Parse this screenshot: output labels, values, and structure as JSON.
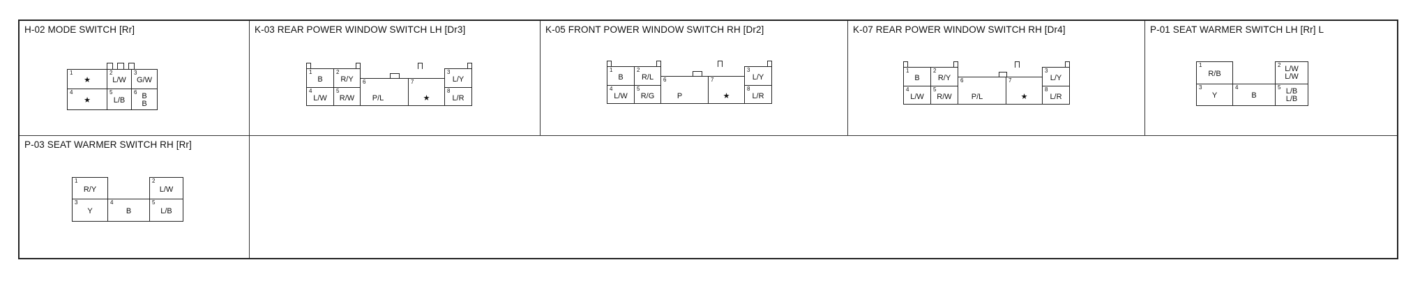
{
  "connectors": [
    {
      "id": "H-02",
      "title": "H-02 MODE SWITCH [Rr]",
      "pins": [
        {
          "n": "1",
          "w": "★"
        },
        {
          "n": "2",
          "w": "L/W"
        },
        {
          "n": "3",
          "w": "G/W"
        },
        {
          "n": "4",
          "w": "★"
        },
        {
          "n": "5",
          "w": "L/B"
        },
        {
          "n": "6",
          "w1": "B",
          "w2": "B"
        }
      ]
    },
    {
      "id": "K-03",
      "title": "K-03 REAR POWER WINDOW SWITCH LH [Dr3]",
      "pins": [
        {
          "n": "1",
          "w": "B"
        },
        {
          "n": "2",
          "w": "R/Y"
        },
        {
          "n": "3",
          "w": "L/Y"
        },
        {
          "n": "4",
          "w": "L/W"
        },
        {
          "n": "5",
          "w": "R/W"
        },
        {
          "n": "6",
          "w": "P/L"
        },
        {
          "n": "7",
          "w": "★"
        },
        {
          "n": "8",
          "w": "L/R"
        }
      ]
    },
    {
      "id": "K-05",
      "title": "K-05 FRONT POWER WINDOW SWITCH RH [Dr2]",
      "pins": [
        {
          "n": "1",
          "w": "B"
        },
        {
          "n": "2",
          "w": "R/L"
        },
        {
          "n": "3",
          "w": "L/Y"
        },
        {
          "n": "4",
          "w": "L/W"
        },
        {
          "n": "5",
          "w": "R/G"
        },
        {
          "n": "6",
          "w": "P"
        },
        {
          "n": "7",
          "w": "★"
        },
        {
          "n": "8",
          "w": "L/R"
        }
      ]
    },
    {
      "id": "K-07",
      "title": "K-07 REAR POWER WINDOW SWITCH RH [Dr4]",
      "pins": [
        {
          "n": "1",
          "w": "B"
        },
        {
          "n": "2",
          "w": "R/Y"
        },
        {
          "n": "3",
          "w": "L/Y"
        },
        {
          "n": "4",
          "w": "L/W"
        },
        {
          "n": "5",
          "w": "R/W"
        },
        {
          "n": "6",
          "w": "P/L"
        },
        {
          "n": "7",
          "w": "★"
        },
        {
          "n": "8",
          "w": "L/R"
        }
      ]
    },
    {
      "id": "P-01",
      "title": "P-01 SEAT WARMER SWITCH LH [Rr] L",
      "pins": [
        {
          "n": "1",
          "w": "R/B"
        },
        {
          "n": "2",
          "w1": "L/W",
          "w2": "L/W"
        },
        {
          "n": "3",
          "w": "Y"
        },
        {
          "n": "4",
          "w": "B"
        },
        {
          "n": "5",
          "w1": "L/B",
          "w2": "L/B"
        }
      ]
    },
    {
      "id": "P-03",
      "title": "P-03 SEAT WARMER SWITCH RH [Rr]",
      "pins": [
        {
          "n": "1",
          "w": "R/Y"
        },
        {
          "n": "2",
          "w": "L/W"
        },
        {
          "n": "3",
          "w": "Y"
        },
        {
          "n": "4",
          "w": "B"
        },
        {
          "n": "5",
          "w": "L/B"
        }
      ]
    }
  ]
}
